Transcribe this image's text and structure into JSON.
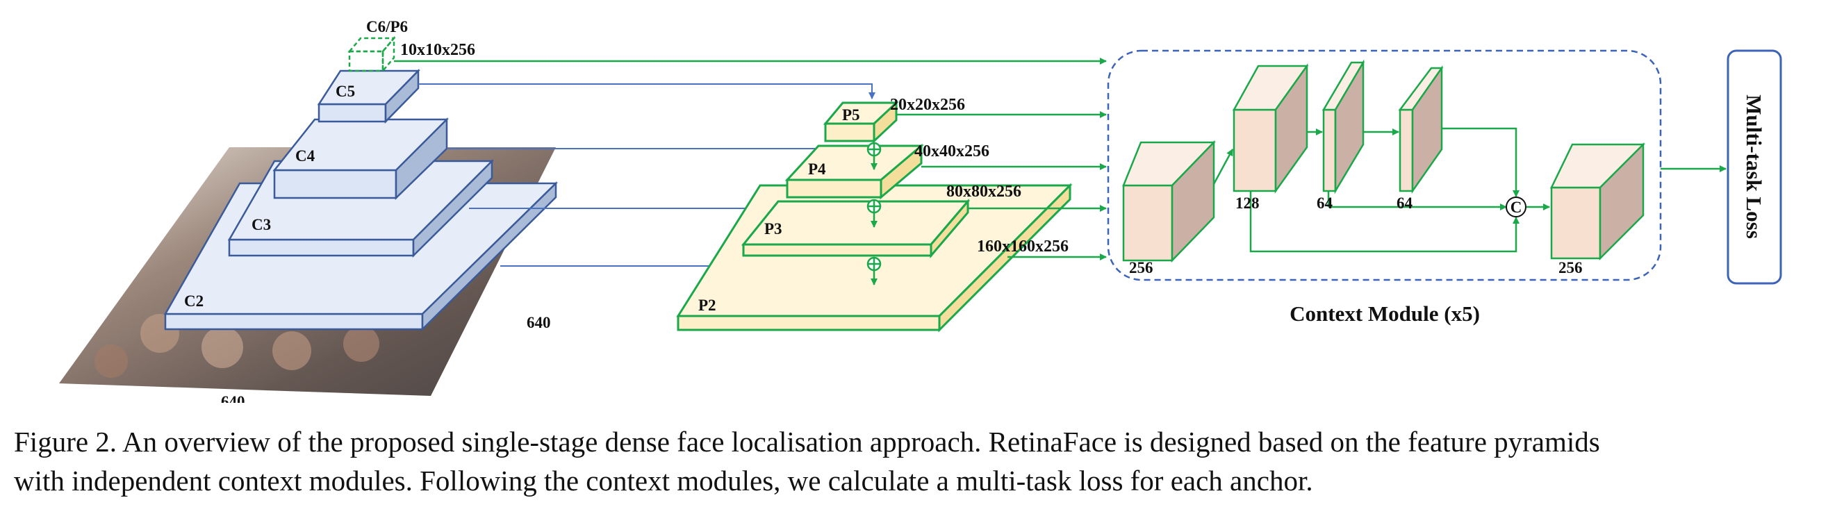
{
  "diagram": {
    "backbone": {
      "levels": [
        "C6/P6",
        "C5",
        "C4",
        "C3",
        "C2"
      ],
      "input_width": "640",
      "input_height": "640"
    },
    "pyramid": {
      "levels": [
        "P5",
        "P4",
        "P3",
        "P2"
      ],
      "dims": [
        "10x10x256",
        "20x20x256",
        "40x40x256",
        "80x80x256",
        "160x160x256"
      ]
    },
    "context_module": {
      "title": "Context Module (x5)",
      "channels": [
        "256",
        "128",
        "64",
        "64",
        "256"
      ],
      "concat_symbol": "C"
    },
    "output": "Multi-task Loss",
    "colors": {
      "backbone_fill": "#dbe5f5",
      "backbone_stroke": "#3a5a9a",
      "pyramid_fill": "#fdf0c8",
      "pyramid_stroke": "#1aa84a",
      "module_front": "#f8e0d0",
      "module_side": "#cbb0a6",
      "dashed_border": "#3c63b8",
      "arrow_green": "#1aa84a",
      "arrow_blue": "#4a72c4"
    }
  },
  "caption": {
    "line1": "Figure 2. An overview of the proposed single-stage dense face localisation approach. RetinaFace is designed based on the feature pyramids",
    "line2": "with independent context modules. Following the context modules, we calculate a multi-task loss for each anchor."
  }
}
